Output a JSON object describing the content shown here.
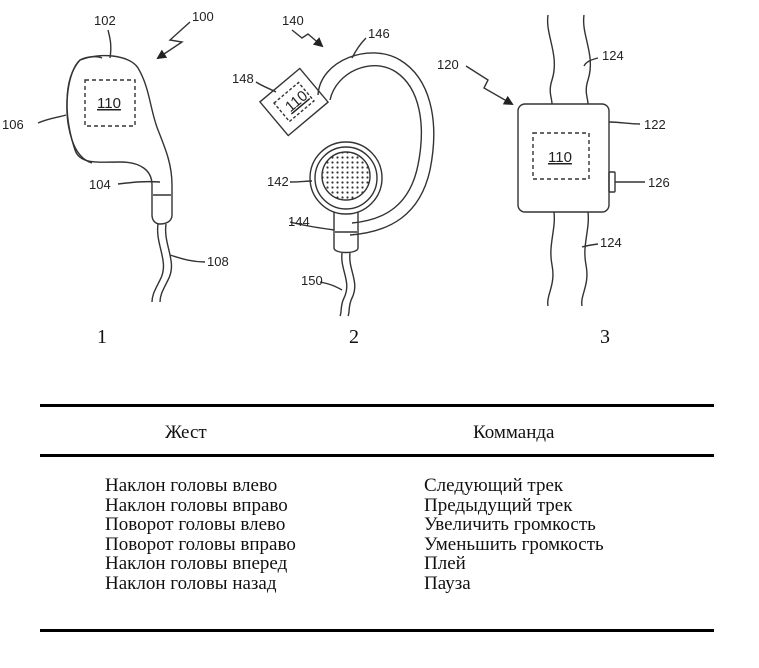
{
  "figures": [
    {
      "number": "1",
      "labels": {
        "ref_100": "100",
        "ref_102": "102",
        "ref_106": "106",
        "ref_110": "110",
        "ref_104": "104",
        "ref_108": "108"
      }
    },
    {
      "number": "2",
      "labels": {
        "ref_140": "140",
        "ref_146": "146",
        "ref_148": "148",
        "ref_110": "110",
        "ref_142": "142",
        "ref_144": "144",
        "ref_150": "150"
      }
    },
    {
      "number": "3",
      "labels": {
        "ref_120": "120",
        "ref_124a": "124",
        "ref_122": "122",
        "ref_110": "110",
        "ref_126": "126",
        "ref_124b": "124"
      }
    }
  ],
  "table": {
    "headers": {
      "gesture": "Жест",
      "command": "Комманда"
    },
    "rows": [
      {
        "gesture": "Наклон головы влево",
        "command": "Следующий трек"
      },
      {
        "gesture": "Наклон головы вправо",
        "command": "Предыдущий трек"
      },
      {
        "gesture": "Поворот головы влево",
        "command": "Увеличить громкость"
      },
      {
        "gesture": "Поворот головы вправо",
        "command": "Уменьшить громкость"
      },
      {
        "gesture": "Наклон головы вперед",
        "command": "Плей"
      },
      {
        "gesture": "Наклон головы назад",
        "command": "Пауза"
      }
    ]
  }
}
